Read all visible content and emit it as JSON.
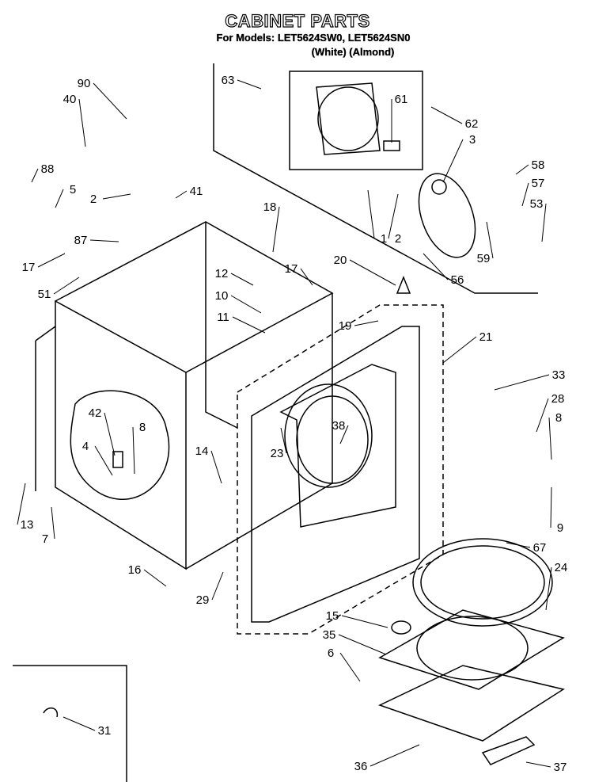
{
  "header": {
    "title": "CABINET PARTS",
    "models_line": "For Models: LET5624SW0, LET5624SN0",
    "colors_line": "(White)    (Almond)"
  },
  "part_labels": [
    "90",
    "40",
    "88",
    "5",
    "41",
    "2",
    "87",
    "17",
    "51",
    "63",
    "61",
    "62",
    "3",
    "58",
    "57",
    "53",
    "1",
    "2",
    "59",
    "56",
    "18",
    "12",
    "17",
    "20",
    "10",
    "11",
    "19",
    "21",
    "33",
    "28",
    "8",
    "42",
    "8",
    "4",
    "38",
    "23",
    "14",
    "9",
    "13",
    "7",
    "67",
    "16",
    "29",
    "24",
    "15",
    "35",
    "6",
    "31",
    "36",
    "37"
  ]
}
